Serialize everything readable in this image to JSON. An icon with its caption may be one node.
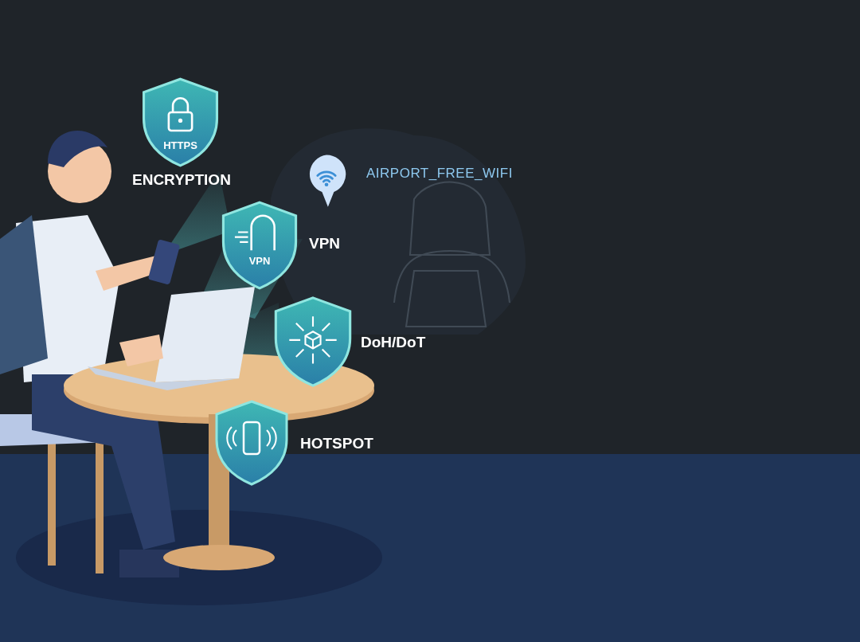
{
  "diagram": {
    "nodes": [
      {
        "text": [
          "HTTPS",
          "ENCRYPTION"
        ]
      },
      {
        "text": [
          "AIRPORT_FREE_WIFI"
        ]
      },
      {
        "text": [
          "VPN",
          "VPN"
        ]
      },
      {
        "text": [
          "DoH/DoT"
        ]
      },
      {
        "text": [
          "HOTSPOT"
        ]
      }
    ]
  }
}
